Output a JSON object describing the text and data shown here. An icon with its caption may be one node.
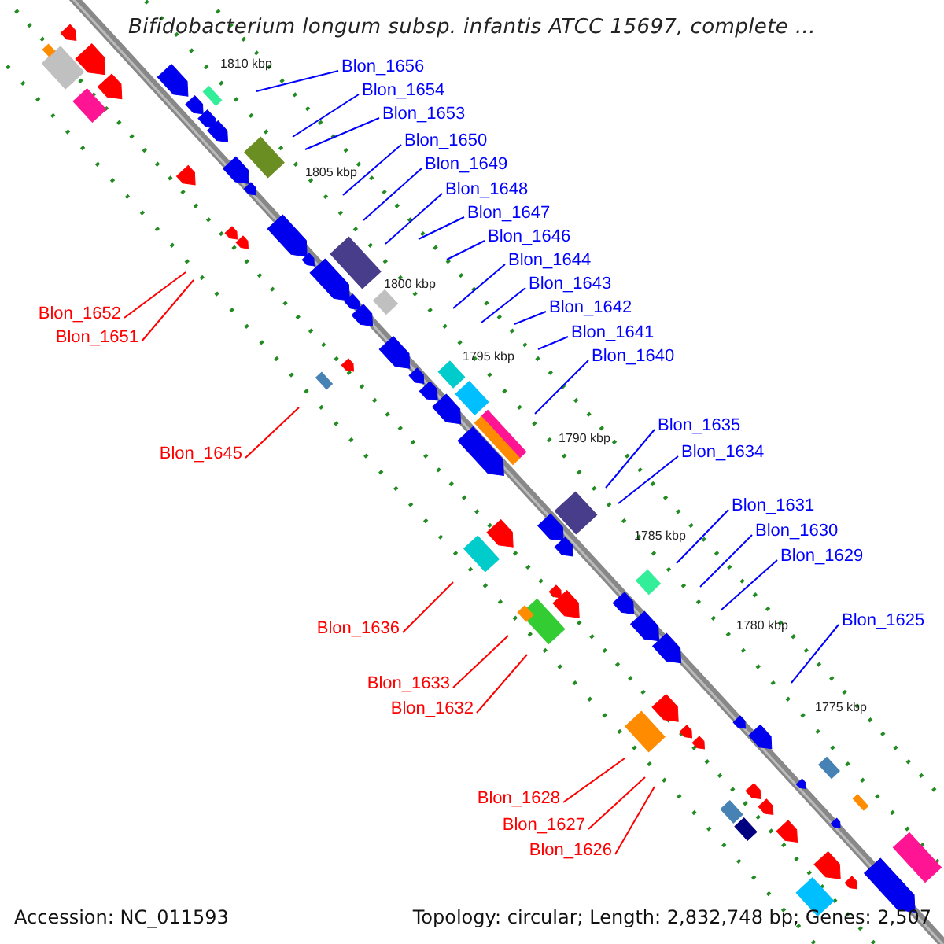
{
  "diagram": {
    "title": "Bifidobacterium longum subsp. infantis ATCC 15697, complete ...",
    "nodes": [
      {
        "text": [
          "Blon_1656"
        ]
      },
      {
        "text": [
          "Blon_1654"
        ]
      },
      {
        "text": [
          "Blon_1653"
        ]
      },
      {
        "text": [
          "Blon_1650"
        ]
      },
      {
        "text": [
          "Blon_1649"
        ]
      },
      {
        "text": [
          "Blon_1648"
        ]
      },
      {
        "text": [
          "Blon_1647"
        ]
      },
      {
        "text": [
          "Blon_1646"
        ]
      },
      {
        "text": [
          "Blon_1644"
        ]
      },
      {
        "text": [
          "Blon_1643"
        ]
      },
      {
        "text": [
          "Blon_1642"
        ]
      },
      {
        "text": [
          "Blon_1652"
        ]
      },
      {
        "text": [
          "Blon_1641"
        ]
      },
      {
        "text": [
          "Blon_1651"
        ]
      },
      {
        "text": [
          "Blon_1640"
        ]
      },
      {
        "text": [
          "Blon_1635"
        ]
      },
      {
        "text": [
          "Blon_1645"
        ]
      },
      {
        "text": [
          "Blon_1634"
        ]
      },
      {
        "text": [
          "Blon_1631"
        ]
      },
      {
        "text": [
          "Blon_1630"
        ]
      },
      {
        "text": [
          "Blon_1629"
        ]
      },
      {
        "text": [
          "Blon_1625"
        ]
      },
      {
        "text": [
          "Blon_1636"
        ]
      },
      {
        "text": [
          "Blon_1633"
        ]
      },
      {
        "text": [
          "Blon_1632"
        ]
      },
      {
        "text": [
          "Blon_1628"
        ]
      },
      {
        "text": [
          "Blon_1627"
        ]
      },
      {
        "text": [
          "Blon_1626"
        ]
      }
    ],
    "edges": [
      {
        "from": 0,
        "to": null,
        "arrow": "none"
      },
      {
        "from": 1,
        "to": null,
        "arrow": "none"
      },
      {
        "from": 2,
        "to": null,
        "arrow": "none"
      },
      {
        "from": 3,
        "to": null,
        "arrow": "none"
      },
      {
        "from": 4,
        "to": null,
        "arrow": "none"
      },
      {
        "from": 5,
        "to": null,
        "arrow": "none"
      },
      {
        "from": 6,
        "to": null,
        "arrow": "none"
      },
      {
        "from": 7,
        "to": null,
        "arrow": "none"
      },
      {
        "from": 8,
        "to": null,
        "arrow": "none"
      },
      {
        "from": 9,
        "to": null,
        "arrow": "none"
      },
      {
        "from": 10,
        "to": null,
        "arrow": "none"
      },
      {
        "from": 11,
        "to": null,
        "arrow": "none",
        "color": "#ff0000"
      },
      {
        "from": 12,
        "to": null,
        "arrow": "none"
      },
      {
        "from": 13,
        "to": null,
        "arrow": "none",
        "color": "#ff0000"
      },
      {
        "from": 14,
        "to": null,
        "arrow": "none"
      },
      {
        "from": 15,
        "to": null,
        "arrow": "none"
      },
      {
        "from": 16,
        "to": null,
        "arrow": "none",
        "color": "#ff0000"
      },
      {
        "from": 17,
        "to": null,
        "arrow": "none"
      },
      {
        "from": 18,
        "to": null,
        "arrow": "none"
      },
      {
        "from": 19,
        "to": null,
        "arrow": "none"
      },
      {
        "from": 20,
        "to": null,
        "arrow": "none"
      },
      {
        "from": 21,
        "to": null,
        "arrow": "none"
      },
      {
        "from": 22,
        "to": null,
        "arrow": "none",
        "color": "#ff0000"
      },
      {
        "from": 23,
        "to": null,
        "arrow": "none",
        "color": "#ff0000"
      },
      {
        "from": 24,
        "to": null,
        "arrow": "none",
        "color": "#ff0000"
      },
      {
        "from": 25,
        "to": null,
        "arrow": "none",
        "color": "#ff0000"
      },
      {
        "from": 26,
        "to": null,
        "arrow": "none",
        "color": "#ff0000"
      },
      {
        "from": 27,
        "to": null,
        "arrow": "none",
        "color": "#ff0000"
      }
    ],
    "labels": [
      "1810 kbp",
      "1805 kbp",
      "1800 kbp",
      "1795 kbp",
      "1790 kbp",
      "1785 kbp",
      "1780 kbp",
      "1775 kbp",
      "Accession: NC_011593",
      "Topology: circular; Length: 2,832,748 bp; Genes: 2,507"
    ]
  }
}
